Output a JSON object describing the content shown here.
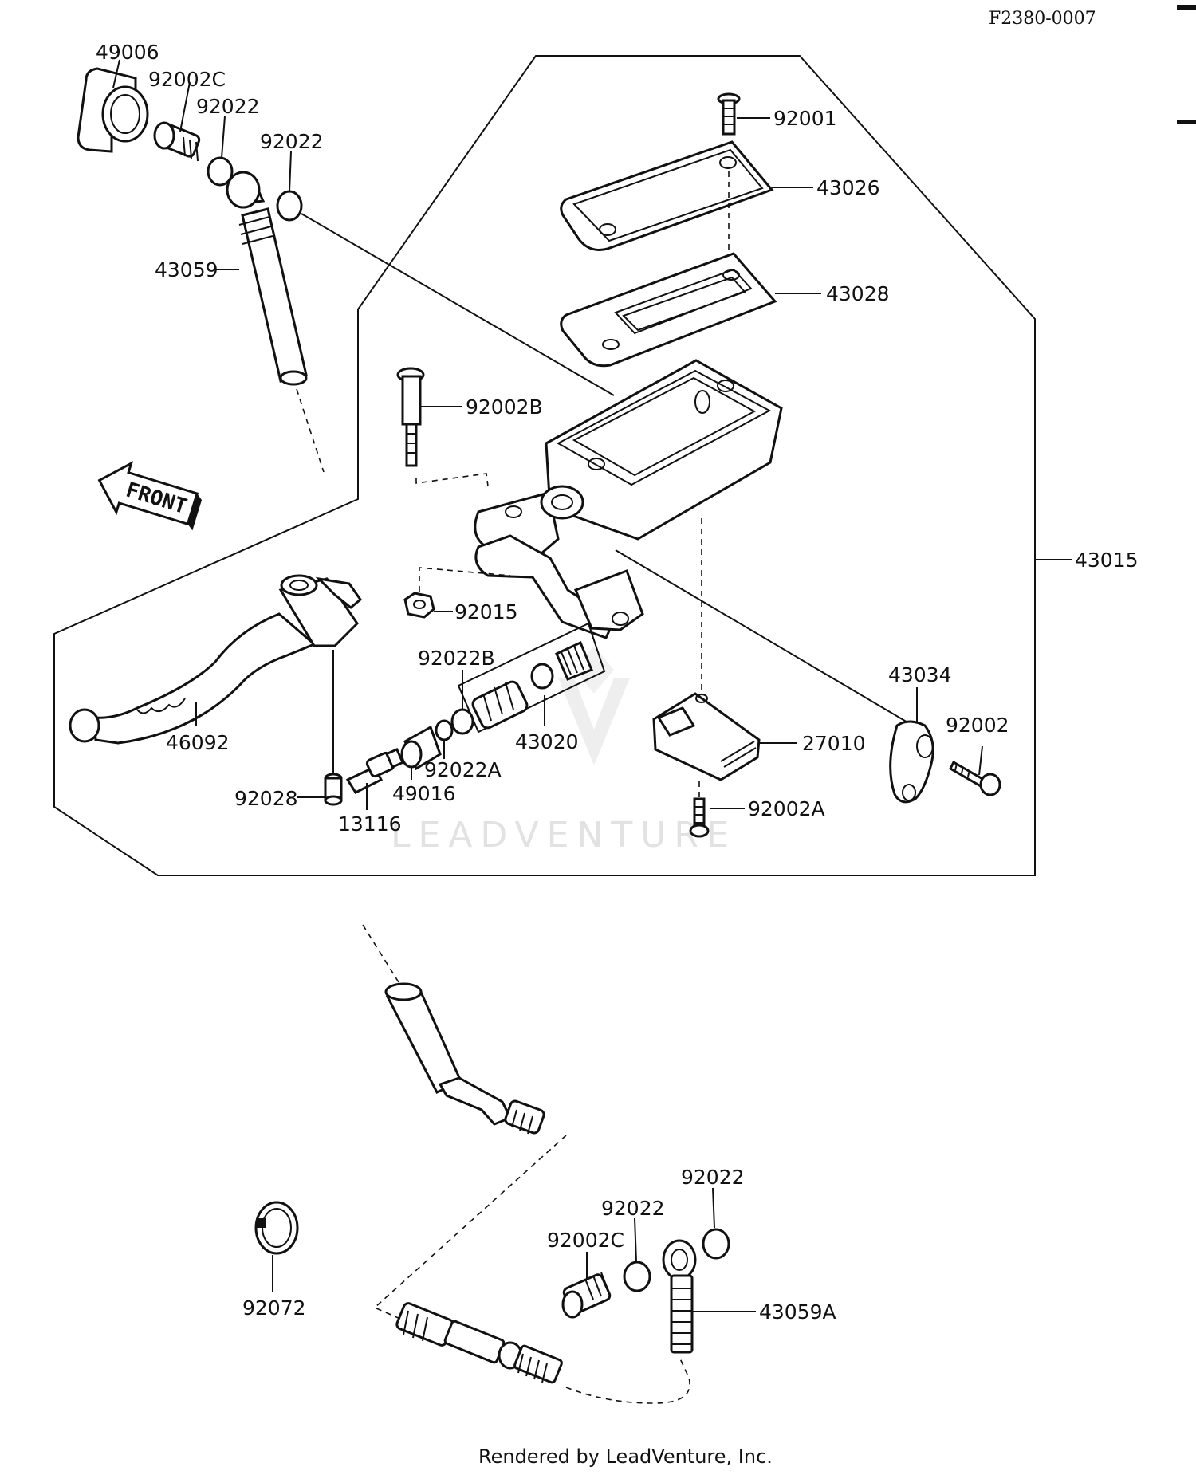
{
  "diagram_code": "F2380-0007",
  "watermark": "LEADVENTURE",
  "footer": "Rendered by LeadVenture, Inc.",
  "front_arrow_label": "FRONT",
  "assembly_label": "43015",
  "callouts": [
    {
      "id": "49006",
      "text": "49006"
    },
    {
      "id": "92002C-top",
      "text": "92002C"
    },
    {
      "id": "92022-top-1",
      "text": "92022"
    },
    {
      "id": "92022-top-2",
      "text": "92022"
    },
    {
      "id": "43059",
      "text": "43059"
    },
    {
      "id": "92001",
      "text": "92001"
    },
    {
      "id": "43026",
      "text": "43026"
    },
    {
      "id": "43028",
      "text": "43028"
    },
    {
      "id": "92002B",
      "text": "92002B"
    },
    {
      "id": "92015",
      "text": "92015"
    },
    {
      "id": "92022B",
      "text": "92022B"
    },
    {
      "id": "43020",
      "text": "43020"
    },
    {
      "id": "92022A",
      "text": "92022A"
    },
    {
      "id": "49016",
      "text": "49016"
    },
    {
      "id": "46092",
      "text": "46092"
    },
    {
      "id": "92028",
      "text": "92028"
    },
    {
      "id": "13116",
      "text": "13116"
    },
    {
      "id": "43034",
      "text": "43034"
    },
    {
      "id": "92002",
      "text": "92002"
    },
    {
      "id": "27010",
      "text": "27010"
    },
    {
      "id": "92002A",
      "text": "92002A"
    },
    {
      "id": "92022-bot-1",
      "text": "92022"
    },
    {
      "id": "92022-bot-2",
      "text": "92022"
    },
    {
      "id": "92002C-bot",
      "text": "92002C"
    },
    {
      "id": "43059A",
      "text": "43059A"
    },
    {
      "id": "92072",
      "text": "92072"
    }
  ]
}
